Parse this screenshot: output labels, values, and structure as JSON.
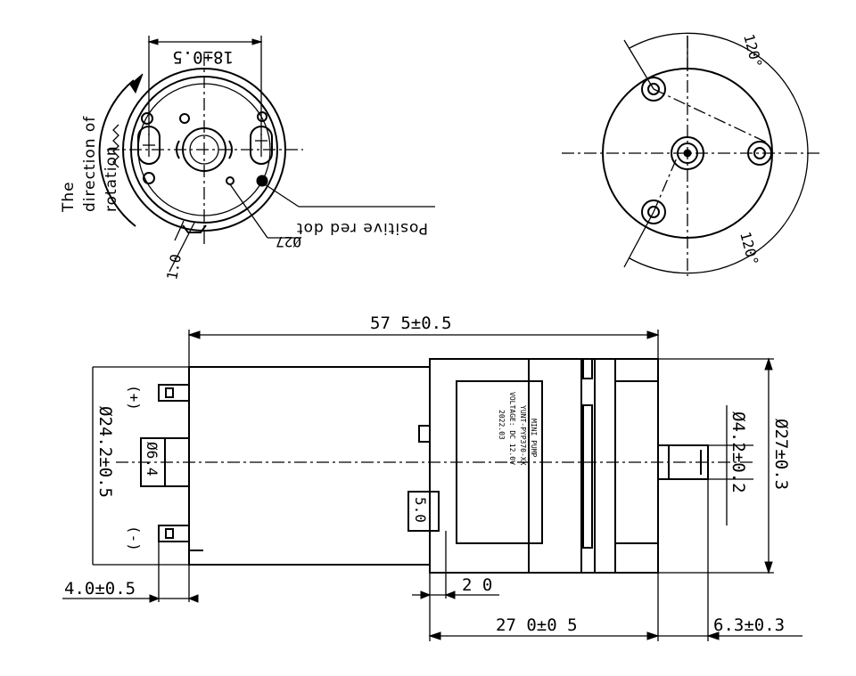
{
  "drawing": {
    "front_view": {
      "dim_width": "18±0.5",
      "label_rotation_line1": "The",
      "label_rotation_line2": "direction of",
      "label_rotation_line3": "rotation",
      "label_positive": "Positive red dot",
      "dim_diameter": "Ø27",
      "dim_thickness": "1.0"
    },
    "rear_view": {
      "angle_top": "120°",
      "angle_bottom": "120°"
    },
    "side_view": {
      "dim_overall_length": "57 5±0.5",
      "dim_motor_diameter": "Ø24.2±0.5",
      "dim_boss_diameter": "Ø6.4",
      "terminal_positive": "(+)",
      "terminal_negative": "(-)",
      "dim_terminal_offset": "4.0±0.5",
      "dim_small_5": "5.0",
      "dim_gap": "2 0",
      "dim_pump_length": "27 0±0 5",
      "dim_shaft_length": "6.3±0.3",
      "dim_shaft_diameter": "Ø4.2±0.2",
      "dim_pump_diameter": "Ø27±0.3",
      "plate_line1": "MINI PUMP",
      "plate_line2": "YUNT-PYP370-XX",
      "plate_line3": "VOLTAGE: DC 12.0V",
      "plate_line4": "2022.03"
    }
  }
}
